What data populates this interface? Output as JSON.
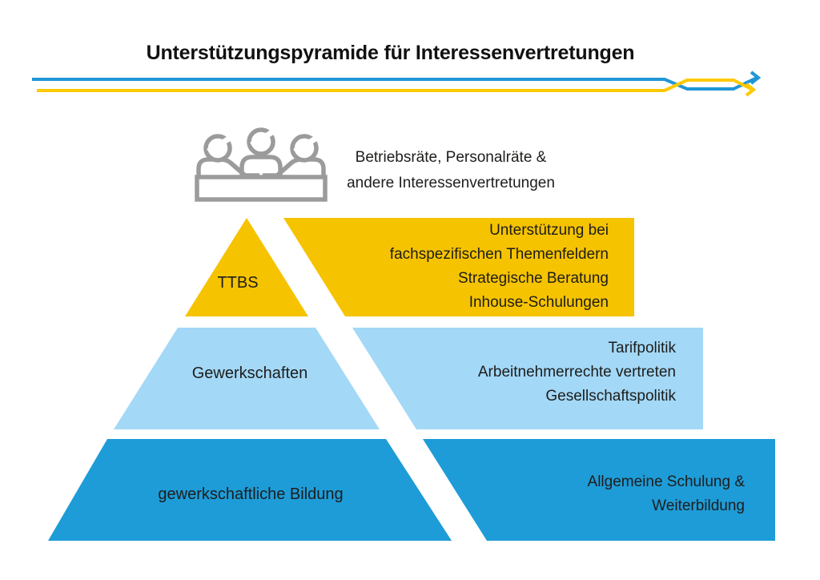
{
  "title": "Unterstützungspyramide für Interessenvertretungen",
  "colors": {
    "level_yellow": "#F6C300",
    "level_light_blue": "#A3D8F7",
    "level_blue": "#1E9CD8",
    "divider_blue": "#2196D6",
    "divider_yellow": "#FFC903",
    "icon_gray": "#9B9B9B",
    "text": "#1D1D1B"
  },
  "audience": {
    "line1": "Betriebsräte, Personalräte &",
    "line2": "andere Interessenvertretungen"
  },
  "pyramid": {
    "levels": [
      {
        "label": "TTBS",
        "services": [
          "Unterstützung bei",
          "fachspezifischen Themenfeldern",
          "Strategische Beratung",
          "Inhouse-Schulungen"
        ]
      },
      {
        "label": "Gewerkschaften",
        "services": [
          "Tarifpolitik",
          "Arbeitnehmerrechte vertreten",
          "Gesellschaftspolitik"
        ]
      },
      {
        "label": "gewerkschaftliche Bildung",
        "services": [
          "Allgemeine Schulung &",
          "Weiterbildung"
        ]
      }
    ]
  }
}
